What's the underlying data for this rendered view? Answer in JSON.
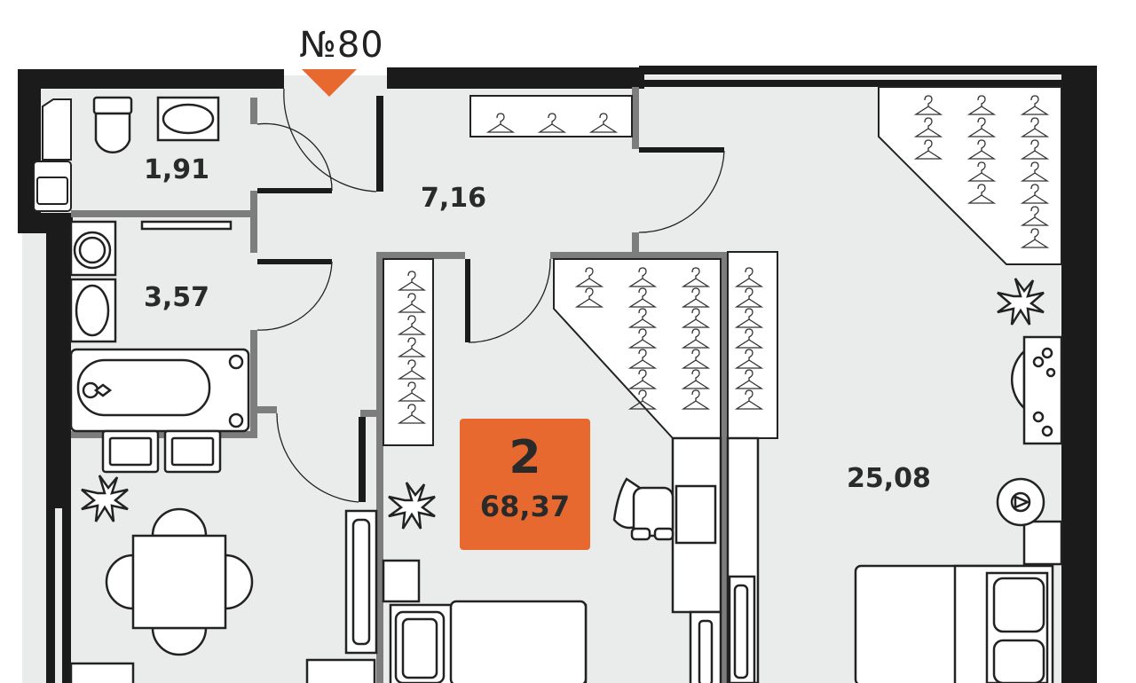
{
  "apartment": {
    "number_label": "№80",
    "rooms": "2",
    "total_area": "68,37"
  },
  "room_areas": {
    "wc": "1,91",
    "hall": "7,16",
    "bathroom": "3,57",
    "bedroom": "25,08"
  },
  "colors": {
    "floor": "#eaecec",
    "wall": "#1b1b1b",
    "partition": "#7d7d7d",
    "accent": "#e8692f"
  },
  "icons": [
    "entrance-arrow-icon",
    "toilet-icon",
    "sink-icon",
    "washing-machine-icon",
    "bathtub-icon",
    "hanger-icon",
    "plant-icon",
    "chair-icon",
    "bed-icon",
    "table-icon"
  ]
}
